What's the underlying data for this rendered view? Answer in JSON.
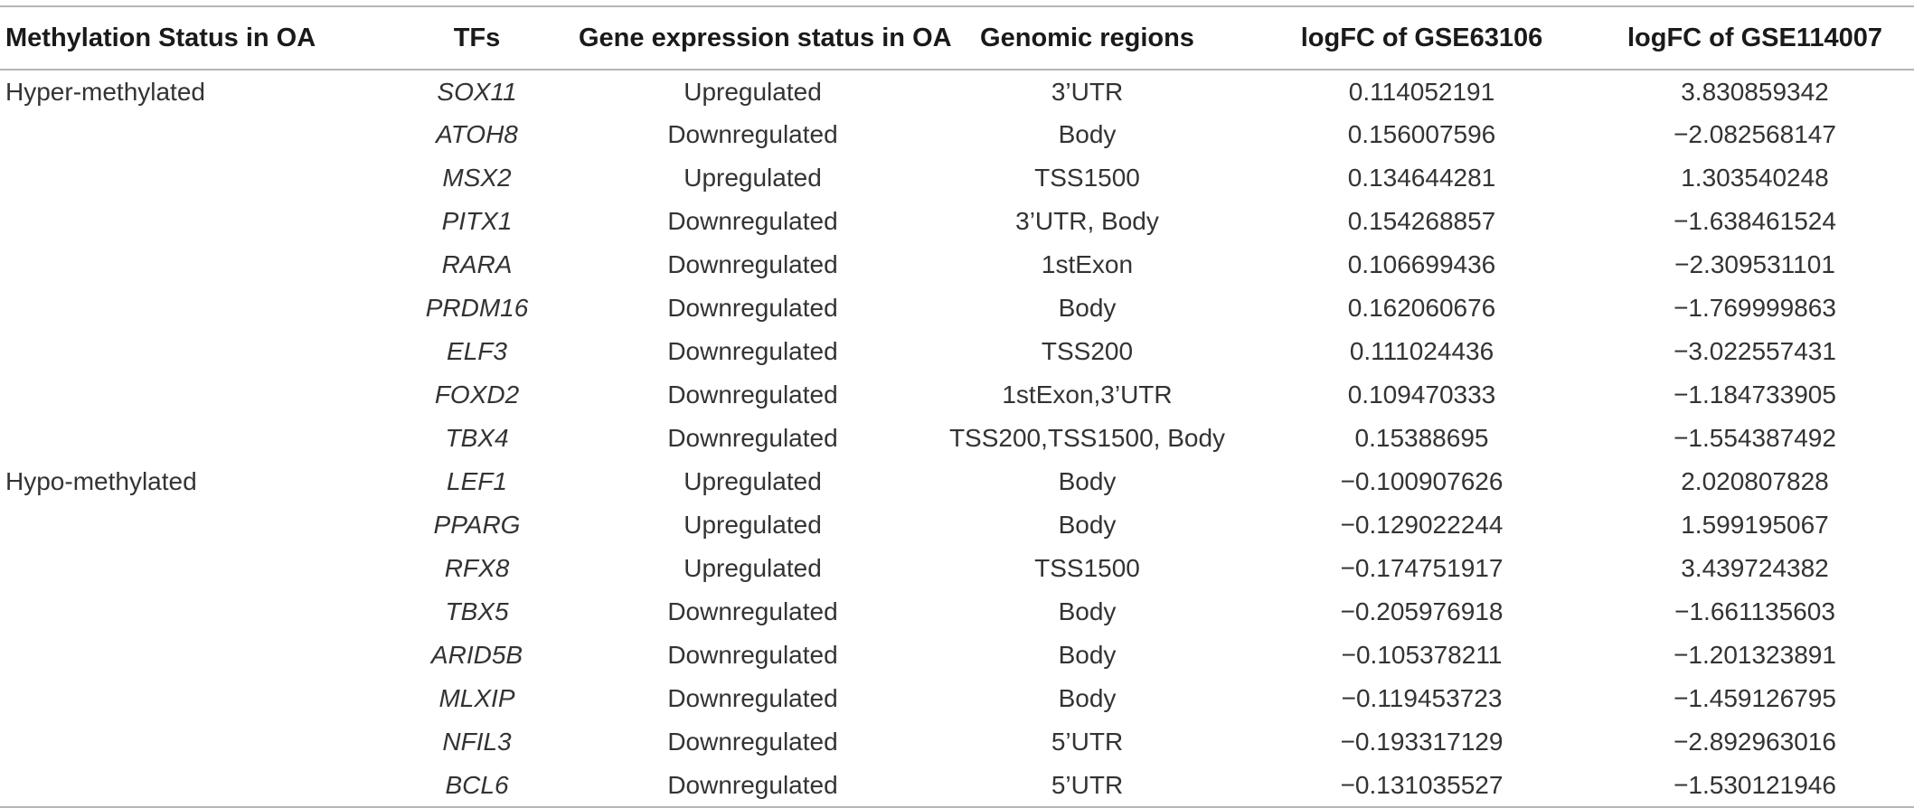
{
  "table": {
    "headers": [
      "Methylation Status in OA",
      "TFs",
      "Gene expression status in OA",
      "Genomic regions",
      "logFC of GSE63106",
      "logFC of GSE114007"
    ],
    "rows": [
      [
        "Hyper-methylated",
        "SOX11",
        "Upregulated",
        "3’UTR",
        "0.114052191",
        "3.830859342"
      ],
      [
        "",
        "ATOH8",
        "Downregulated",
        "Body",
        "0.156007596",
        "−2.082568147"
      ],
      [
        "",
        "MSX2",
        "Upregulated",
        "TSS1500",
        "0.134644281",
        "1.303540248"
      ],
      [
        "",
        "PITX1",
        "Downregulated",
        "3’UTR, Body",
        "0.154268857",
        "−1.638461524"
      ],
      [
        "",
        "RARA",
        "Downregulated",
        "1stExon",
        "0.106699436",
        "−2.309531101"
      ],
      [
        "",
        "PRDM16",
        "Downregulated",
        "Body",
        "0.162060676",
        "−1.769999863"
      ],
      [
        "",
        "ELF3",
        "Downregulated",
        "TSS200",
        "0.111024436",
        "−3.022557431"
      ],
      [
        "",
        "FOXD2",
        "Downregulated",
        "1stExon,3’UTR",
        "0.109470333",
        "−1.184733905"
      ],
      [
        "",
        "TBX4",
        "Downregulated",
        "TSS200,TSS1500, Body",
        "0.15388695",
        "−1.554387492"
      ],
      [
        "Hypo-methylated",
        "LEF1",
        "Upregulated",
        "Body",
        "−0.100907626",
        "2.020807828"
      ],
      [
        "",
        "PPARG",
        "Upregulated",
        "Body",
        "−0.129022244",
        "1.599195067"
      ],
      [
        "",
        "RFX8",
        "Upregulated",
        "TSS1500",
        "−0.174751917",
        "3.439724382"
      ],
      [
        "",
        "TBX5",
        "Downregulated",
        "Body",
        "−0.205976918",
        "−1.661135603"
      ],
      [
        "",
        "ARID5B",
        "Downregulated",
        "Body",
        "−0.105378211",
        "−1.201323891"
      ],
      [
        "",
        "MLXIP",
        "Downregulated",
        "Body",
        "−0.119453723",
        "−1.459126795"
      ],
      [
        "",
        "NFIL3",
        "Downregulated",
        "5’UTR",
        "−0.193317129",
        "−2.892963016"
      ],
      [
        "",
        "BCL6",
        "Downregulated",
        "5’UTR",
        "−0.131035527",
        "−1.530121946"
      ]
    ]
  }
}
